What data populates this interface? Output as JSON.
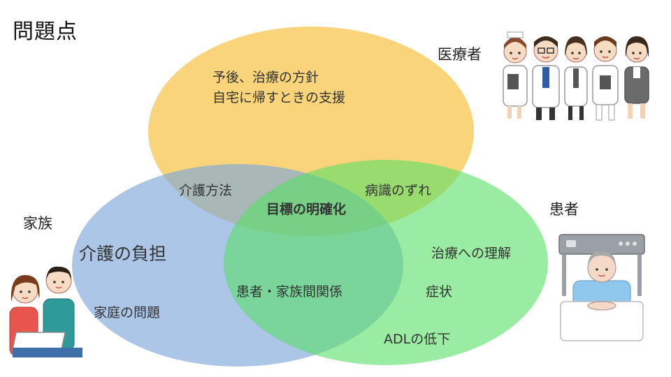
{
  "title": "問題点",
  "groups": {
    "medical": "医療者",
    "patient": "患者",
    "family": "家族"
  },
  "regions": {
    "medical_only_line1": "予後、治療の方針",
    "medical_only_line2": "自宅に帰すときの支援",
    "medical_family": "介護方法",
    "medical_patient": "病識のずれ",
    "center": "目標の明確化",
    "family_only_big": "介護の負担",
    "family_only_small": "家庭の問題",
    "patient_family": "患者・家族間関係",
    "patient_only_1": "治療への理解",
    "patient_only_2": "症状",
    "patient_only_3": "ADLの低下"
  },
  "colors": {
    "medical": "#f7c64d",
    "family": "#7ea7d8",
    "patient": "#58e065"
  }
}
